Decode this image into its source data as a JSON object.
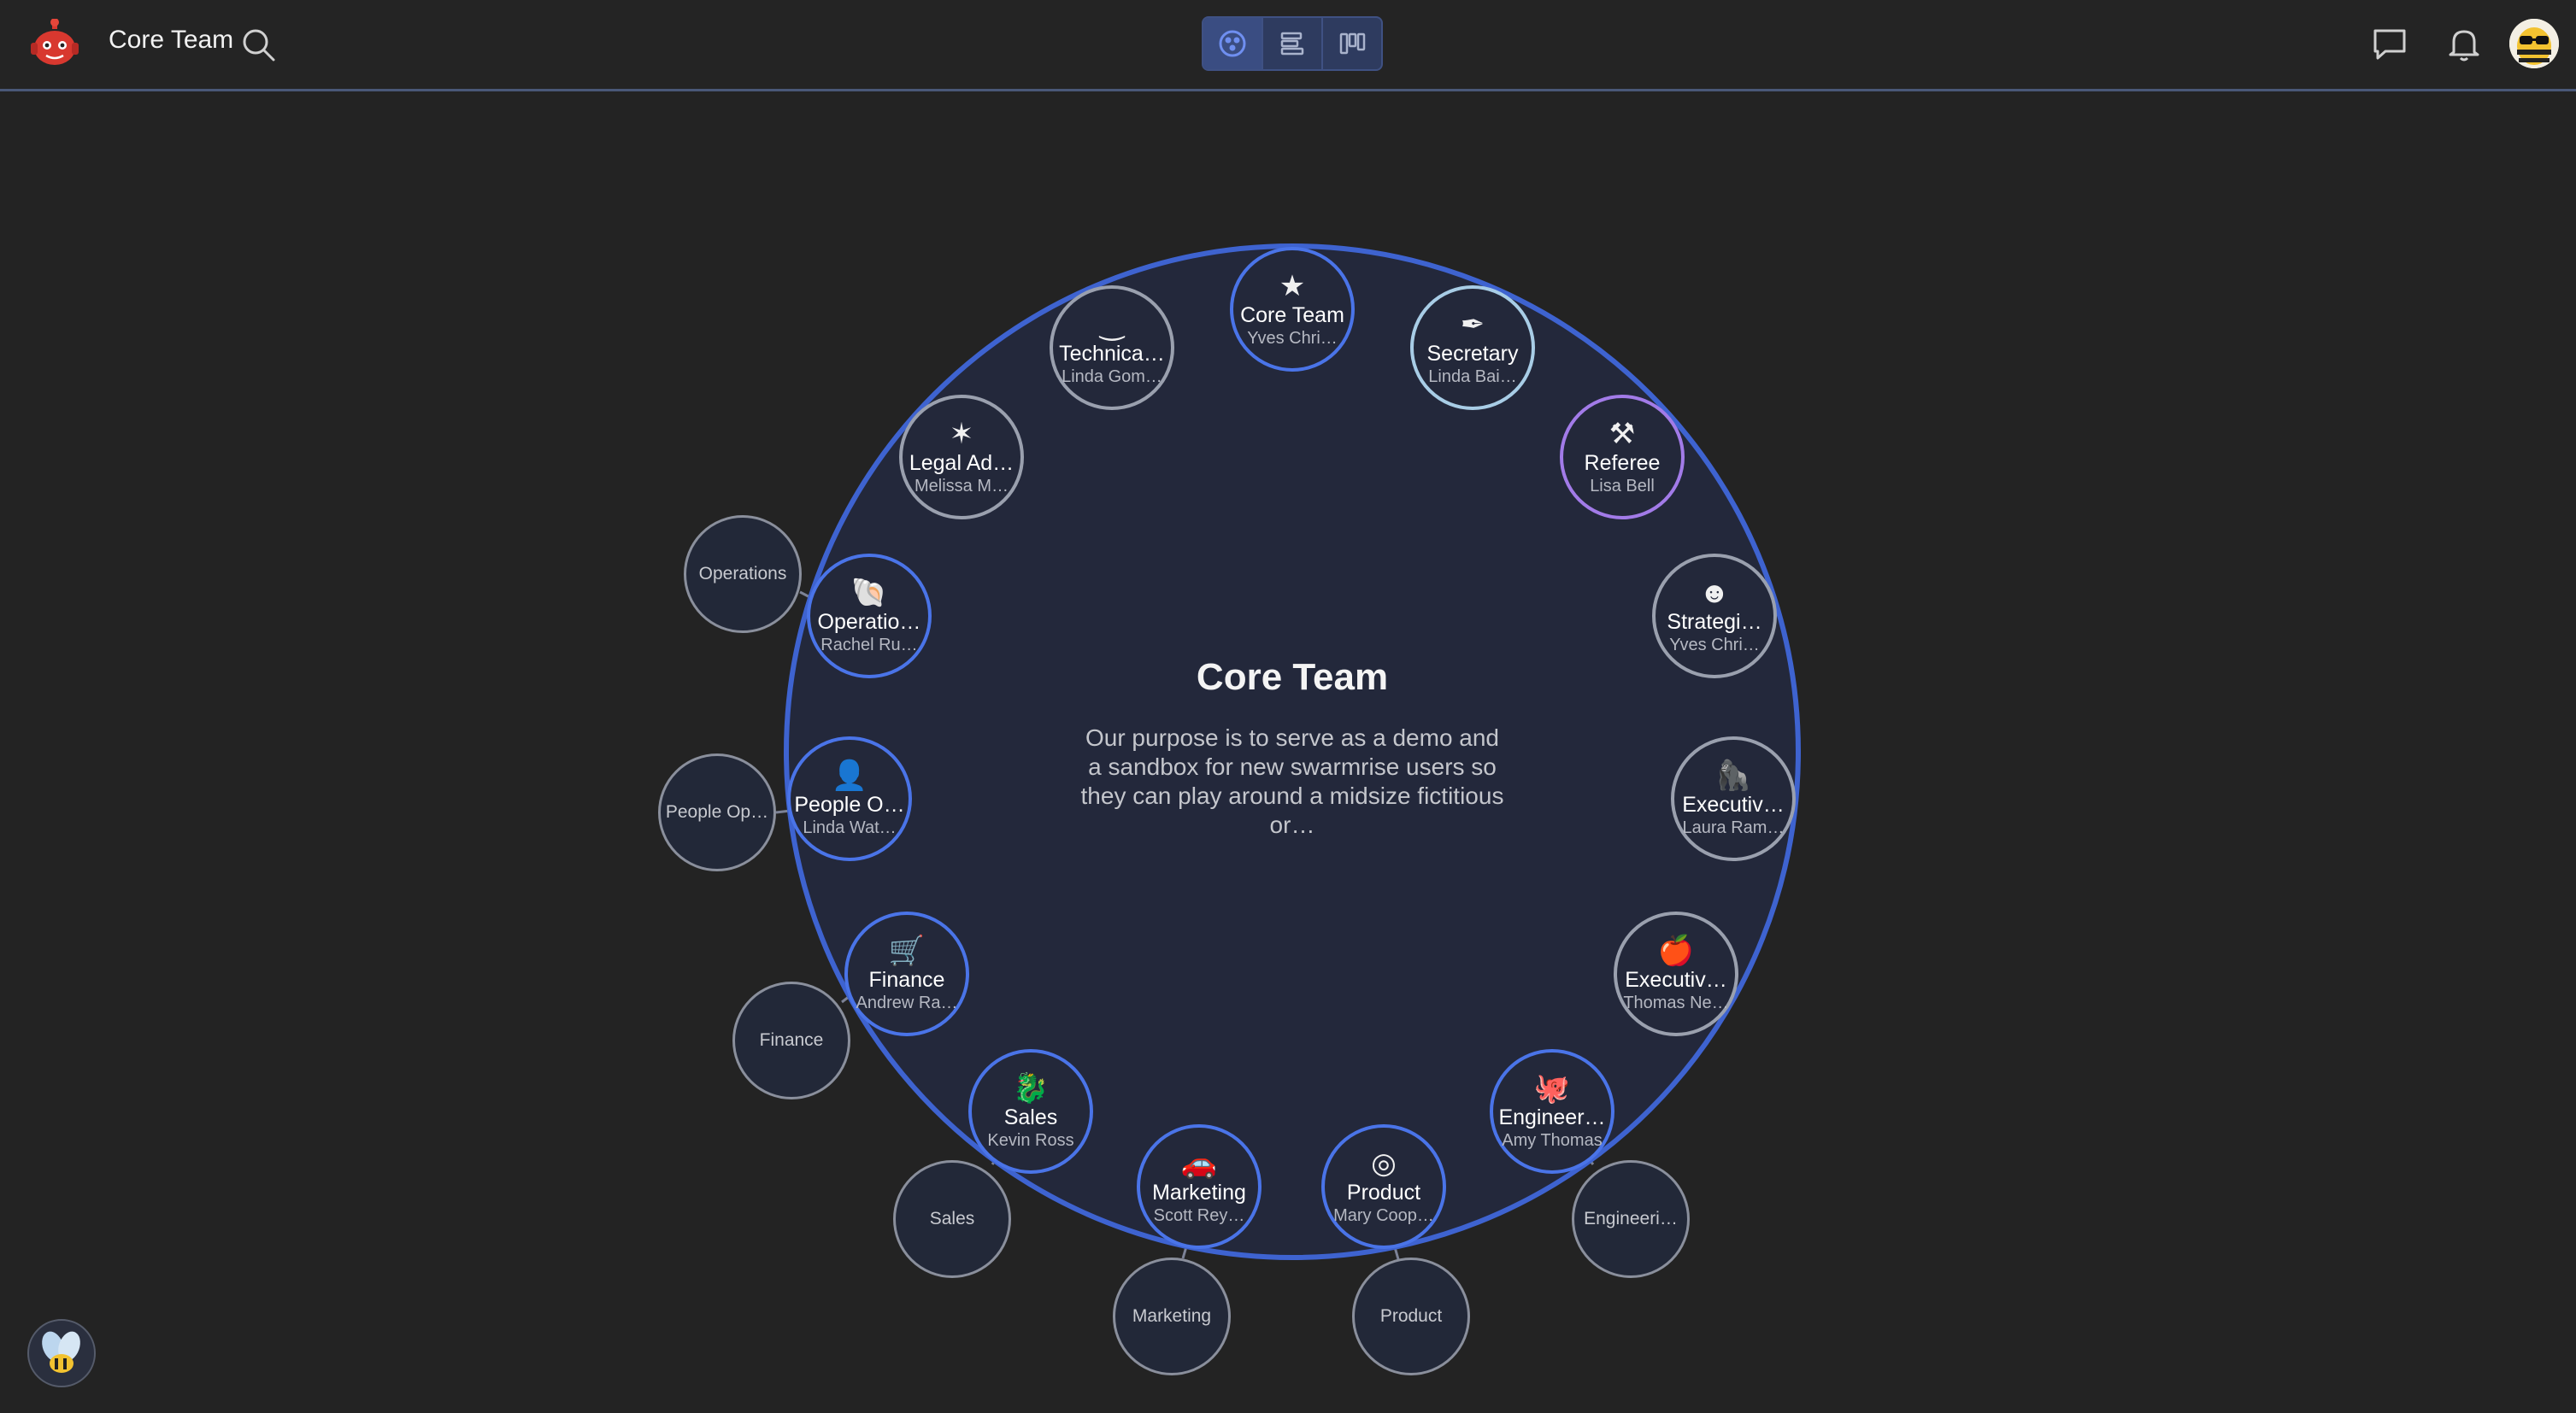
{
  "header": {
    "title": "Core Team",
    "views": [
      "circles-view",
      "list-view",
      "board-view"
    ]
  },
  "center": {
    "title": "Core Team",
    "description": "Our purpose is to serve as a demo and a sandbox for new swarmrise users so they can play around a midsize fictitious or…"
  },
  "roles": [
    {
      "name": "Core Team",
      "lead": "Yves Chri…",
      "icon": "★",
      "icon_name": "star-icon"
    },
    {
      "name": "Secretary",
      "lead": "Linda Bai…",
      "icon": "✒",
      "icon_name": "quill-icon"
    },
    {
      "name": "Referee",
      "lead": "Lisa Bell",
      "icon": "⚒",
      "icon_name": "gavel-icon"
    },
    {
      "name": "Strategi…",
      "lead": "Yves Chri…",
      "icon": "☻",
      "icon_name": "smiley-icon"
    },
    {
      "name": "Executiv…",
      "lead": "Laura Ram…",
      "icon": "🦍",
      "icon_name": "gorilla-icon"
    },
    {
      "name": "Executiv…",
      "lead": "Thomas Ne…",
      "icon": "🍎",
      "icon_name": "apple-icon"
    },
    {
      "name": "Engineer…",
      "lead": "Amy Thomas",
      "icon": "🐙",
      "icon_name": "octopus-icon"
    },
    {
      "name": "Product",
      "lead": "Mary Coop…",
      "icon": "◎",
      "icon_name": "coin-icon"
    },
    {
      "name": "Marketing",
      "lead": "Scott Rey…",
      "icon": "🚗",
      "icon_name": "car-icon"
    },
    {
      "name": "Sales",
      "lead": "Kevin Ross",
      "icon": "🐉",
      "icon_name": "dragon-icon"
    },
    {
      "name": "Finance",
      "lead": "Andrew Ra…",
      "icon": "🛒",
      "icon_name": "stroller-icon"
    },
    {
      "name": "People O…",
      "lead": "Linda Wat…",
      "icon": "👤",
      "icon_name": "person-icon"
    },
    {
      "name": "Operatio…",
      "lead": "Rachel Ru…",
      "icon": "🐚",
      "icon_name": "shell-icon"
    },
    {
      "name": "Legal Ad…",
      "lead": "Melissa M…",
      "icon": "✶",
      "icon_name": "starfish-icon"
    },
    {
      "name": "Technica…",
      "lead": "Linda Gom…",
      "icon": "‿",
      "icon_name": "smile-curve-icon"
    }
  ],
  "sub_circles": [
    "Operations",
    "People Op…",
    "Finance",
    "Sales",
    "Marketing",
    "Product",
    "Engineeri…"
  ],
  "colors": {
    "accent": "#3e63d0",
    "circle_fill": "#23283b",
    "page_bg": "#232323"
  }
}
